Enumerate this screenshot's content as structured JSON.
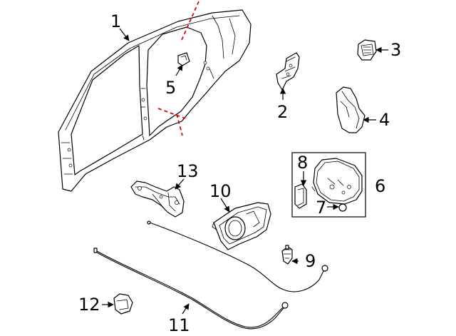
{
  "callouts": {
    "c1": "1",
    "c2": "2",
    "c3": "3",
    "c4": "4",
    "c5": "5",
    "c6": "6",
    "c7": "7",
    "c8": "8",
    "c9": "9",
    "c10": "10",
    "c11": "11",
    "c12": "12",
    "c13": "13"
  },
  "colors": {
    "section_cut": "#e00000",
    "line": "#000000",
    "background": "#ffffff"
  }
}
